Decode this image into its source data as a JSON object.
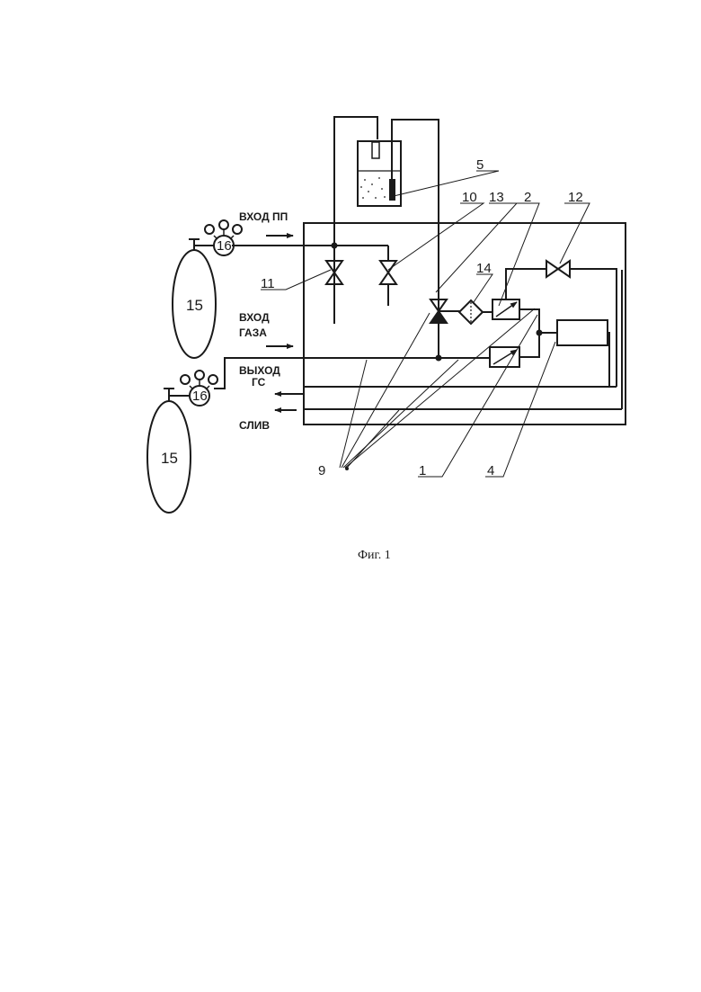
{
  "labels": {
    "inlet_pp": "ВХОД ПП",
    "inlet_gas_1": "ВХОД",
    "inlet_gas_2": "ГАЗА",
    "outlet_1": "ВЫХОД",
    "outlet_2": "ГС",
    "drain": "СЛИВ"
  },
  "callouts": {
    "n1": "1",
    "n2": "2",
    "n4": "4",
    "n5": "5",
    "n9": "9",
    "n10": "10",
    "n11": "11",
    "n12": "12",
    "n13": "13",
    "n14": "14",
    "n15a": "15",
    "n15b": "15",
    "n16a": "16",
    "n16b": "16"
  },
  "caption": "Фиг. 1"
}
